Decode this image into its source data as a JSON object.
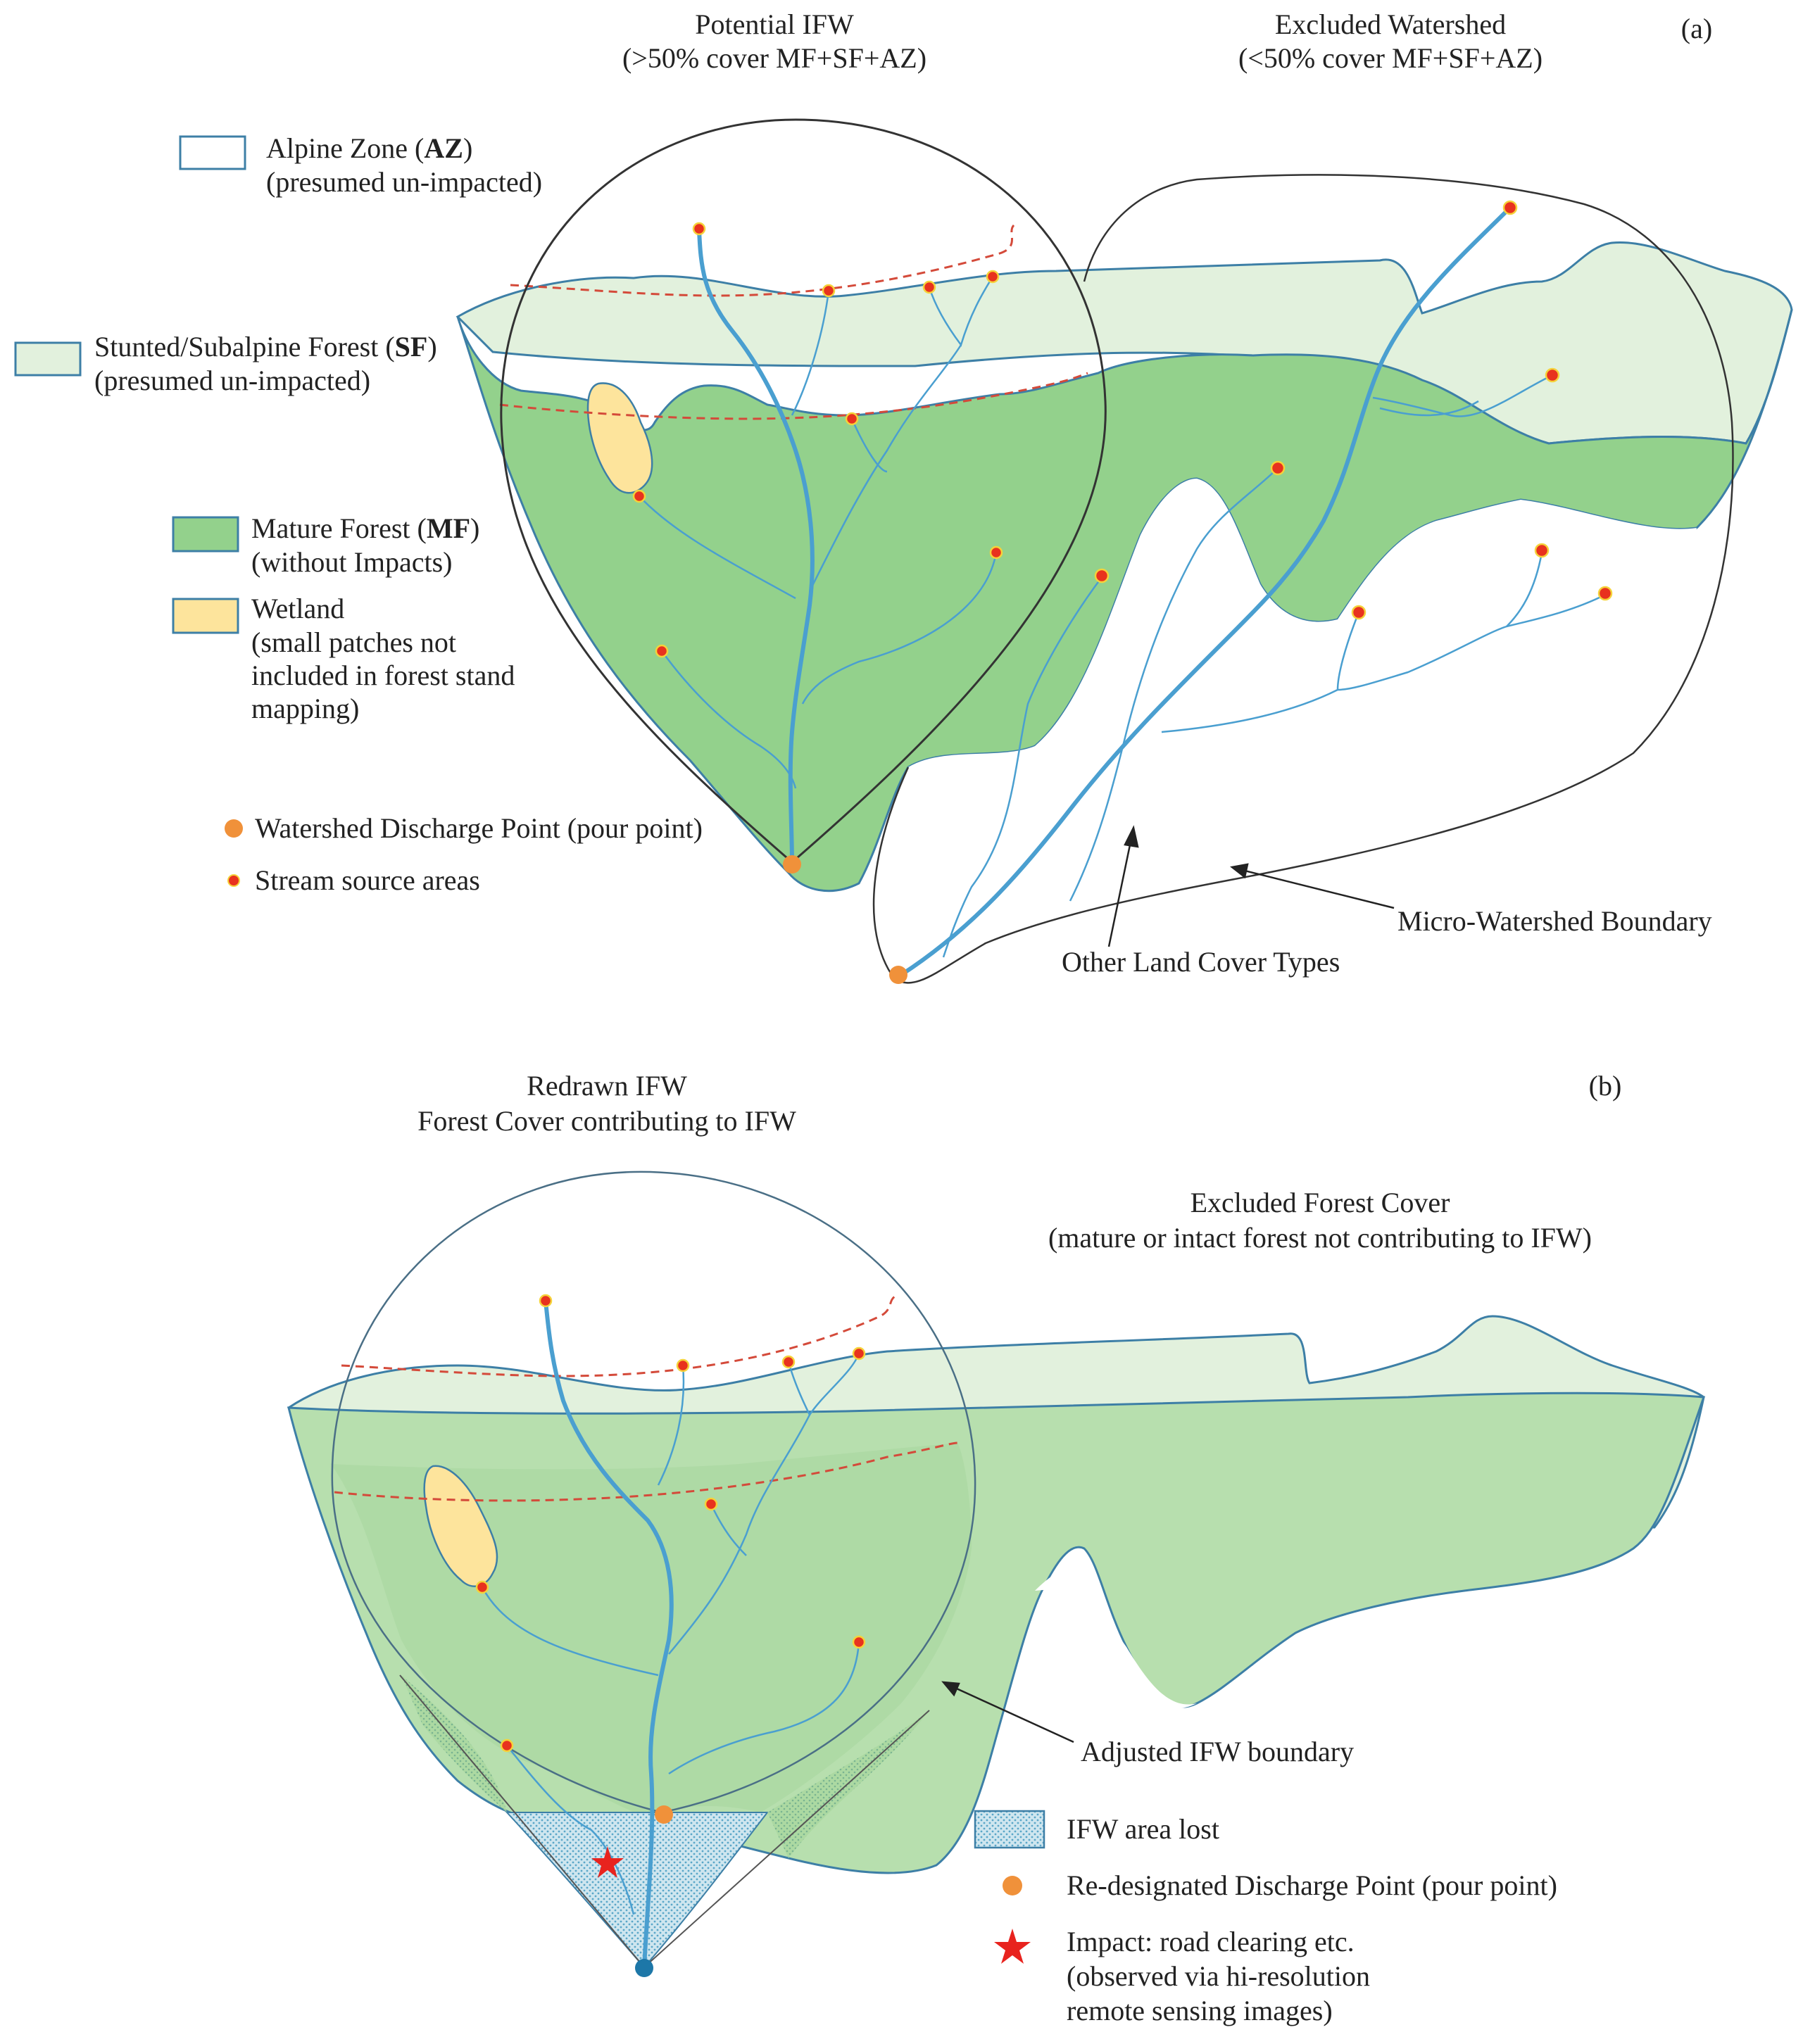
{
  "panel_a": {
    "tag": "(a)",
    "potential_title": "Potential IFW",
    "potential_sub": "(>50% cover MF+SF+AZ)",
    "excluded_title": "Excluded Watershed",
    "excluded_sub": "(<50% cover MF+SF+AZ)",
    "legend": {
      "az_name": "Alpine Zone (",
      "az_code": "AZ",
      "az_close": ")",
      "az_note": "(presumed un-impacted)",
      "sf_name": "Stunted/Subalpine Forest (",
      "sf_code": "SF",
      "sf_close": ")",
      "sf_note": "(presumed un-impacted)",
      "mf_name": "Mature Forest (",
      "mf_code": "MF",
      "mf_close": ")",
      "mf_note": "(without Impacts)",
      "wetland_name": "Wetland",
      "wetland_note_1": "(small patches not",
      "wetland_note_2": "included in forest stand",
      "wetland_note_3": "mapping)",
      "discharge": "Watershed Discharge Point (pour point)",
      "source": "Stream source areas"
    },
    "micro_boundary": "Micro-Watershed Boundary",
    "other_cover": "Other Land Cover Types"
  },
  "panel_b": {
    "tag": "(b)",
    "redrawn_title": "Redrawn IFW",
    "redrawn_sub": "Forest Cover contributing to IFW",
    "excluded_title": "Excluded Forest Cover",
    "excluded_sub": "(mature or intact forest not contributing to IFW)",
    "adjusted": "Adjusted IFW boundary",
    "legend": {
      "area_lost": "IFW area lost",
      "redesignated": "Re-designated Discharge Point (pour point)",
      "impact_1": "Impact: road clearing etc.",
      "impact_2": "(observed via hi-resolution",
      "impact_3": "remote sensing images)"
    }
  },
  "colors": {
    "alpine": "#ffffff",
    "subalpine": "#e2f1dd",
    "mature": "#93d18c",
    "mature_b": "#b7dfae",
    "wetland": "#fde49c",
    "river": "#4a9fd0",
    "boundary": "#333333",
    "treeline": "#d44a3a",
    "pour_point": "#f0913a",
    "source": "#e8321e",
    "impact": "#e8231e"
  }
}
